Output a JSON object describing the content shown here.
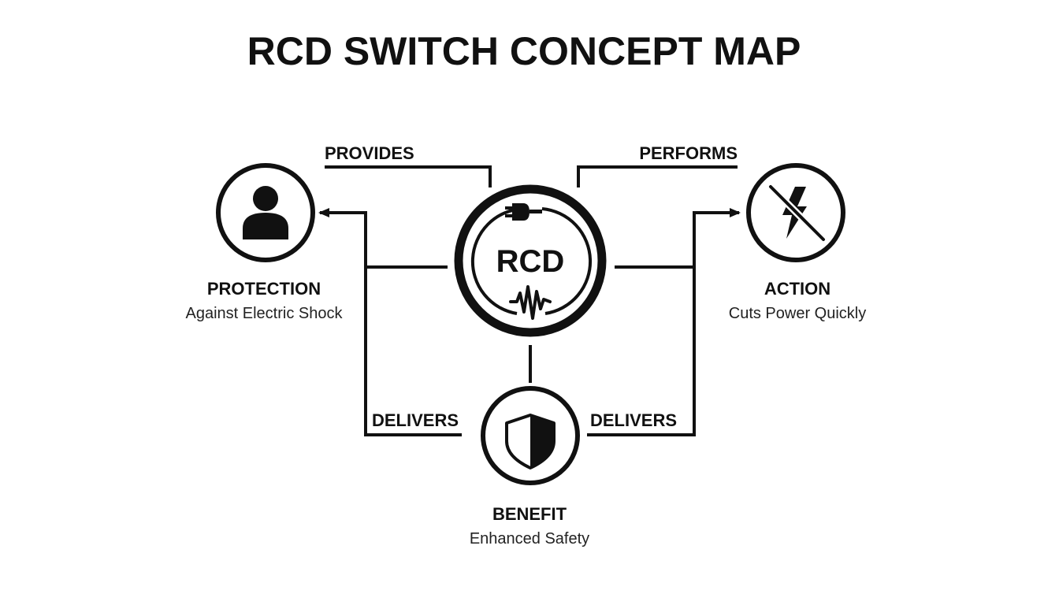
{
  "title": "RCD SWITCH CONCEPT MAP",
  "center": {
    "label": "RCD",
    "icons": [
      "plug-icon",
      "waveform-icon"
    ]
  },
  "nodes": {
    "protection": {
      "title": "PROTECTION",
      "subtitle": "Against Electric Shock",
      "icon": "person-icon"
    },
    "action": {
      "title": "ACTION",
      "subtitle": "Cuts Power Quickly",
      "icon": "no-lightning-icon"
    },
    "benefit": {
      "title": "BENEFIT",
      "subtitle": "Enhanced Safety",
      "icon": "shield-icon"
    }
  },
  "edges": {
    "provides": "PROVIDES",
    "performs": "PERFORMS",
    "delivers_left": "DELIVERS",
    "delivers_right": "DELIVERS"
  },
  "colors": {
    "ink": "#111111",
    "background": "#ffffff"
  }
}
